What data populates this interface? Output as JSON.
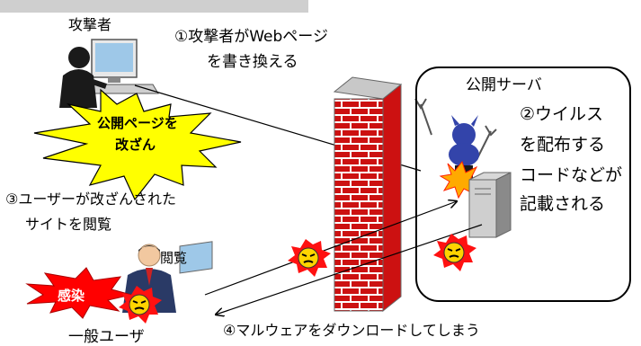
{
  "labels": {
    "attacker": "攻撃者",
    "step1_line1": "①攻撃者がWebページ",
    "step1_line2": "を書き換える",
    "tamper_line1": "公開ページを",
    "tamper_line2": "改ざん",
    "public_server": "公開サーバ",
    "step2_line1": "②ウイルス",
    "step2_line2": "を配布する",
    "step2_line3": "コードなどが",
    "step2_line4": "記載される",
    "step3_line1": "③ユーザーが改ざんされた",
    "step3_line2": "サイトを閲覧",
    "browse": "閲覧",
    "infection": "感染",
    "general_user": "一般ユーザ",
    "step4": "④マルウェアをダウンロードしてしまう"
  },
  "colors": {
    "burst_yellow": "#ffff00",
    "burst_red": "#ff0000",
    "brick": "#cc1111",
    "virus_face": "#ffd400"
  }
}
